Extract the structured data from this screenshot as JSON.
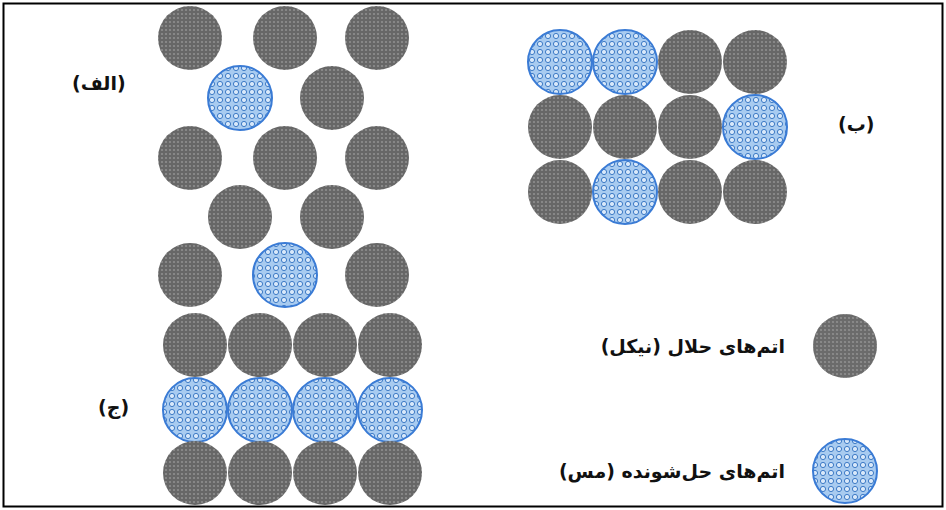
{
  "diagram": {
    "labels": [
      "(الف)",
      "(ب)",
      "(ج)"
    ],
    "legend": [
      {
        "text": "اتم‌های حلال (نیکل)",
        "color": "#6b6b6b"
      },
      {
        "text": "اتم‌های حل‌شونده (مس)",
        "color": "#a8cbf0"
      }
    ]
  }
}
